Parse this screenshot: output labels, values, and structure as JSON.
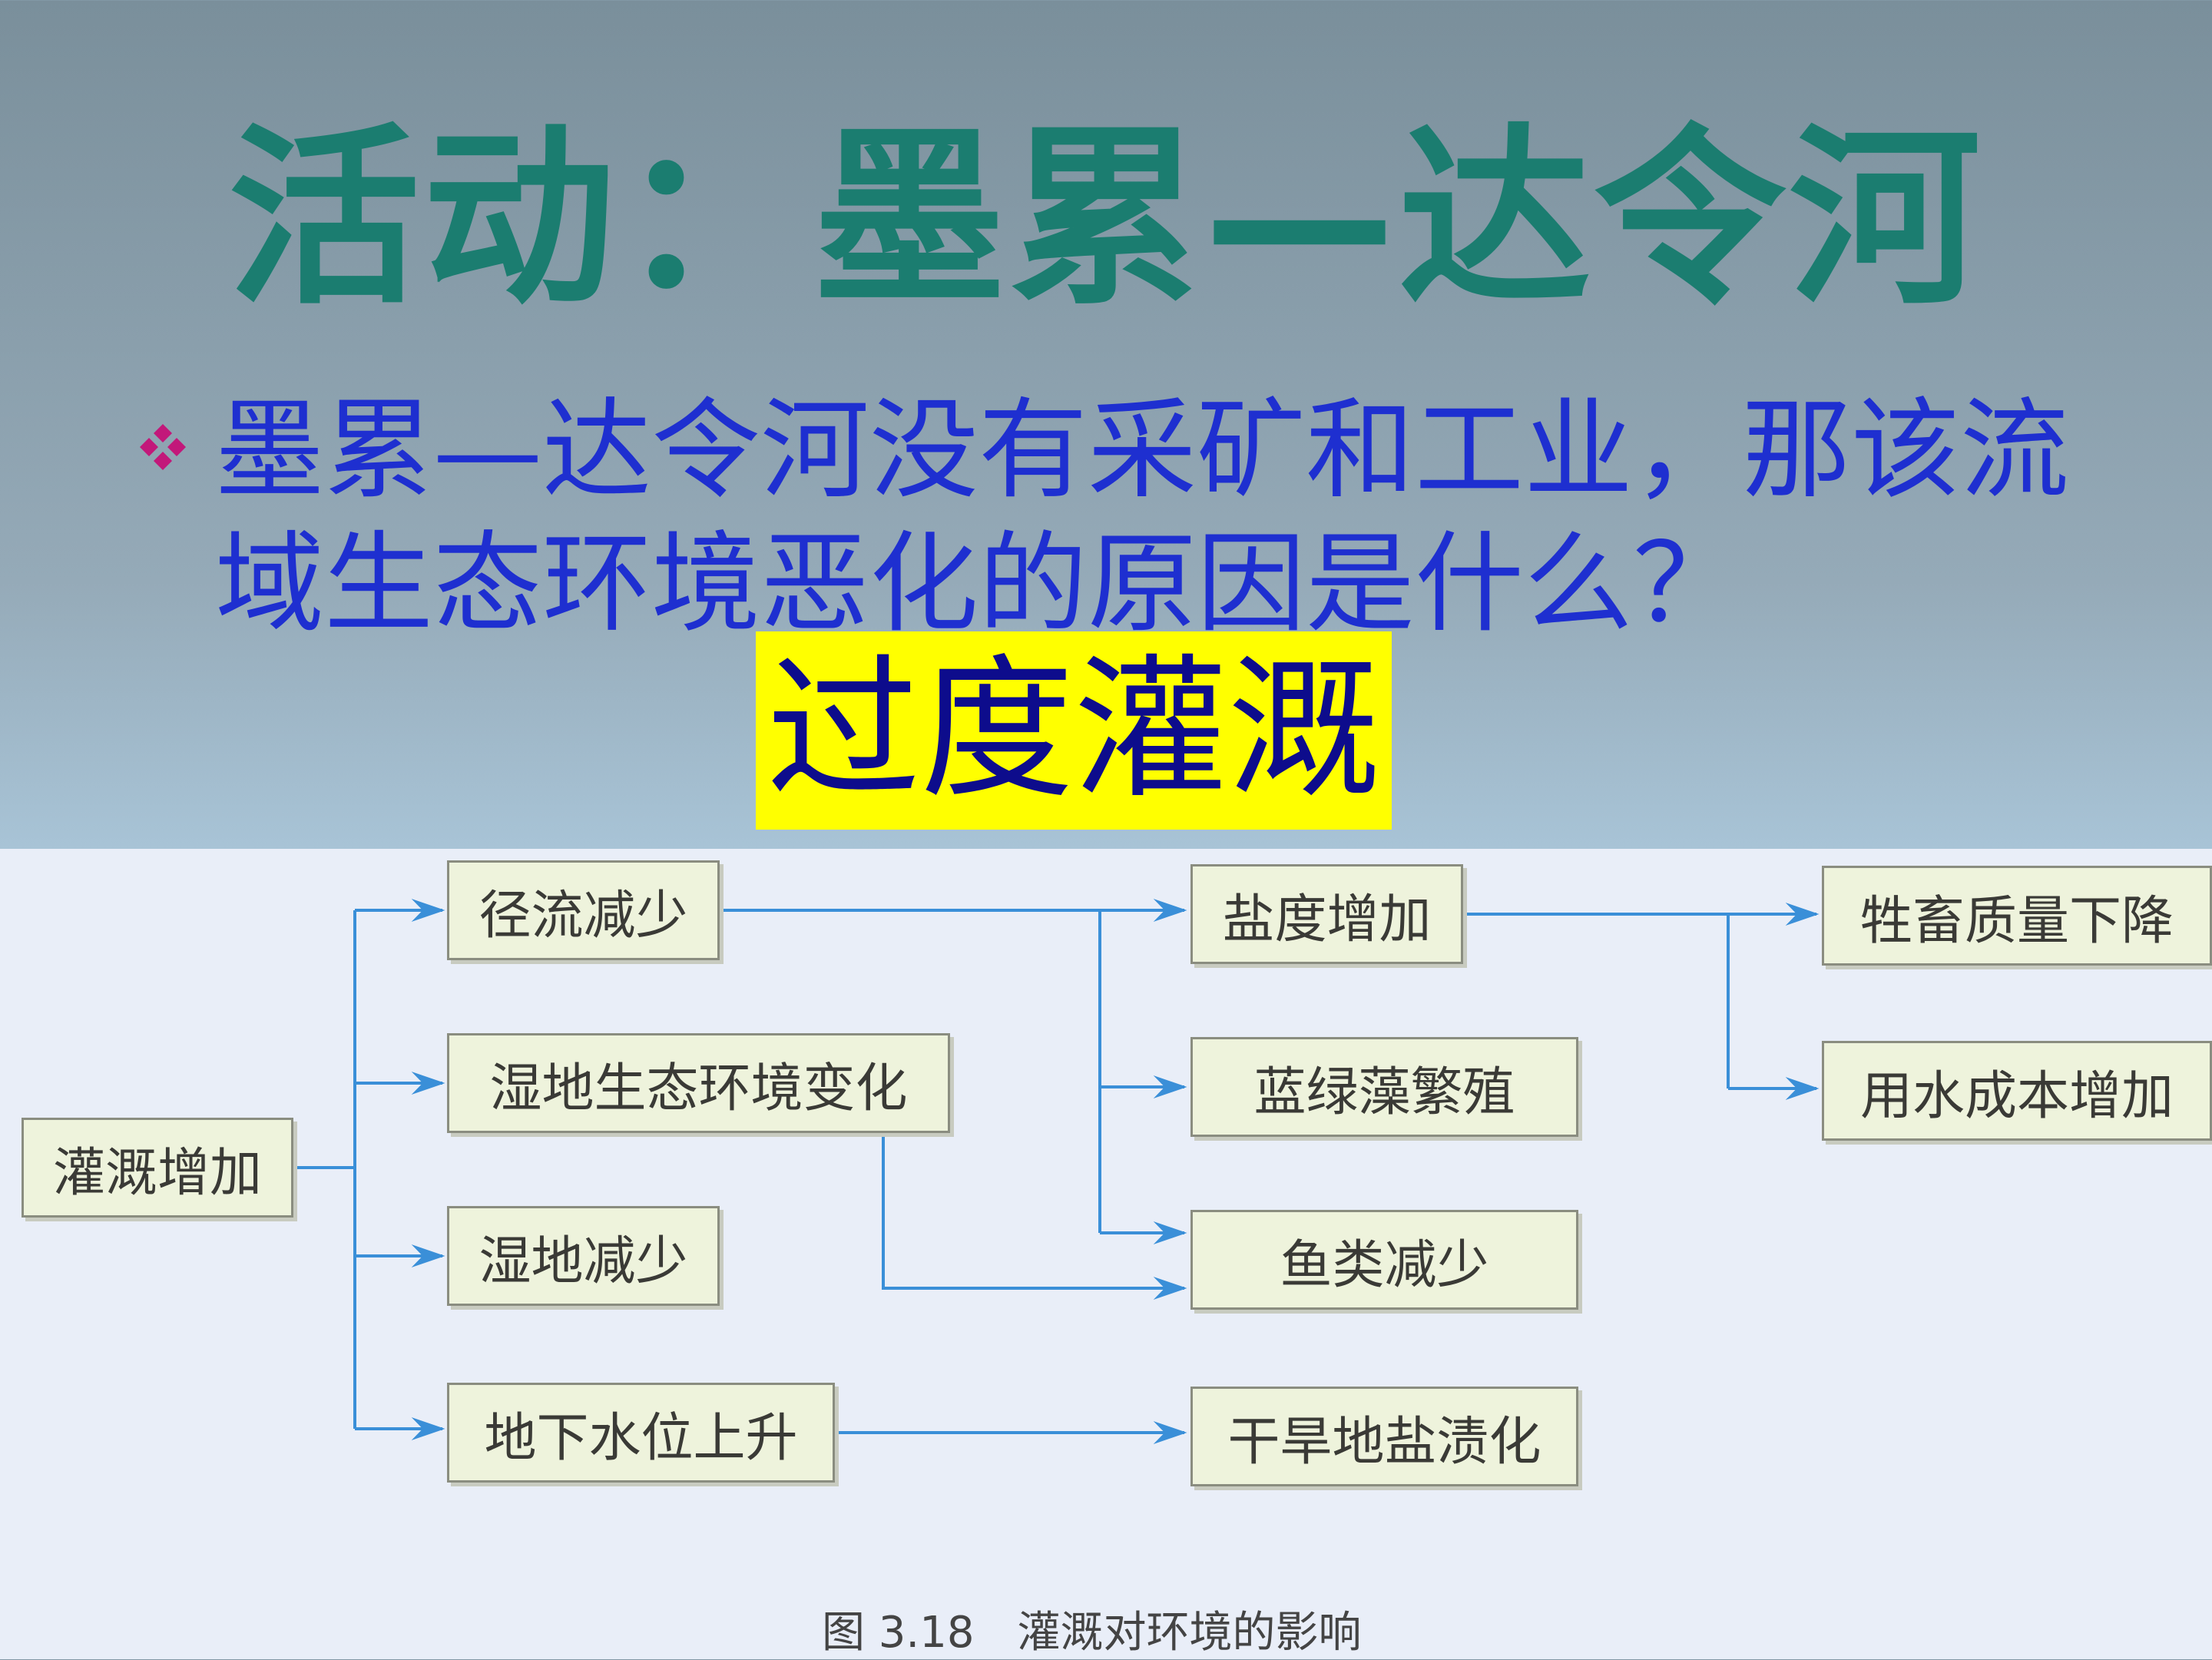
{
  "slide": {
    "title": "活动：墨累—达令河",
    "bullet_text": "墨累—达令河没有采矿和工业，那该流域生态环境恶化的原因是什么？",
    "answer": "过度灌溉"
  },
  "figure": {
    "nodes": {
      "irrigation": "灌溉增加",
      "runoff": "径流减少",
      "wetland_eco": "湿地生态环境变化",
      "wetland_less": "湿地减少",
      "groundwater": "地下水位上升",
      "salinity": "盐度增加",
      "algae": "蓝绿藻繁殖",
      "fish": "鱼类减少",
      "salinization": "干旱地盐渍化",
      "livestock": "牲畜质量下降",
      "water_cost": "用水成本增加"
    },
    "caption": "图 3.18　灌溉对环境的影响"
  },
  "colors": {
    "title": "#1b7d70",
    "bullet_text": "#1e2fd0",
    "bullet_icon": "#c2187a",
    "answer_bg": "#ffff00",
    "answer_text": "#0d0c8c",
    "arrow": "#3a8fd8"
  },
  "icons": {
    "bullet": "four-diamond-bullet-icon"
  }
}
